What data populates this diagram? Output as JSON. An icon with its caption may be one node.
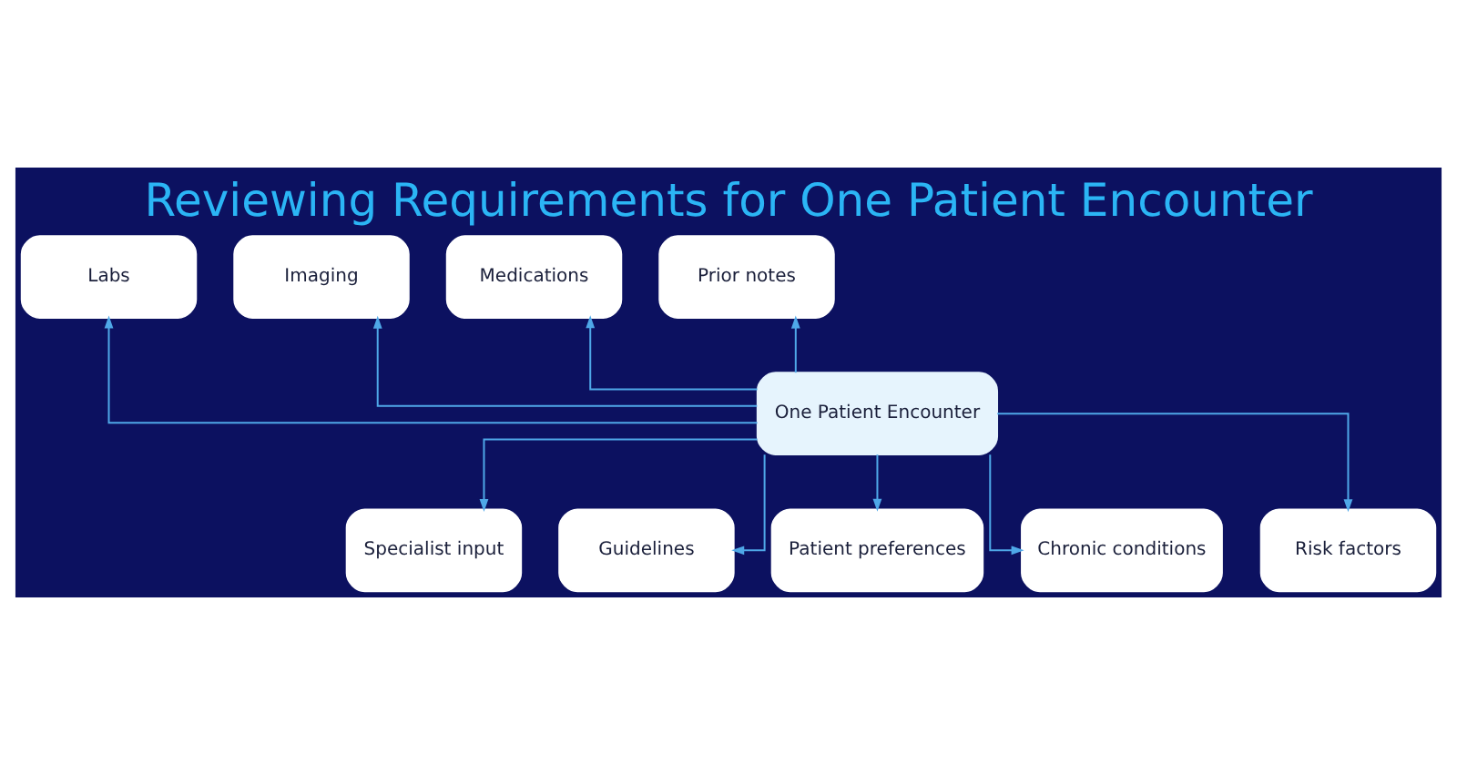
{
  "diagram": {
    "title": "Reviewing Requirements for One Patient Encounter",
    "nodes": [
      {
        "text": [
          "Labs"
        ]
      },
      {
        "text": [
          "Imaging"
        ]
      },
      {
        "text": [
          "Medications"
        ]
      },
      {
        "text": [
          "Prior notes"
        ]
      },
      {
        "text": [
          "One Patient Encounter"
        ]
      },
      {
        "text": [
          "Specialist input"
        ]
      },
      {
        "text": [
          "Guidelines"
        ]
      },
      {
        "text": [
          "Patient preferences"
        ]
      },
      {
        "text": [
          "Chronic conditions"
        ]
      },
      {
        "text": [
          "Risk factors"
        ]
      }
    ],
    "edges": [
      {
        "from": 4,
        "to": 0,
        "arrow": "to"
      },
      {
        "from": 4,
        "to": 1,
        "arrow": "to"
      },
      {
        "from": 4,
        "to": 2,
        "arrow": "to"
      },
      {
        "from": 4,
        "to": 3,
        "arrow": "to"
      },
      {
        "from": 4,
        "to": 5,
        "arrow": "to"
      },
      {
        "from": 4,
        "to": 6,
        "arrow": "to"
      },
      {
        "from": 4,
        "to": 7,
        "arrow": "to"
      },
      {
        "from": 4,
        "to": 8,
        "arrow": "to"
      },
      {
        "from": 4,
        "to": 9,
        "arrow": "to"
      }
    ]
  }
}
